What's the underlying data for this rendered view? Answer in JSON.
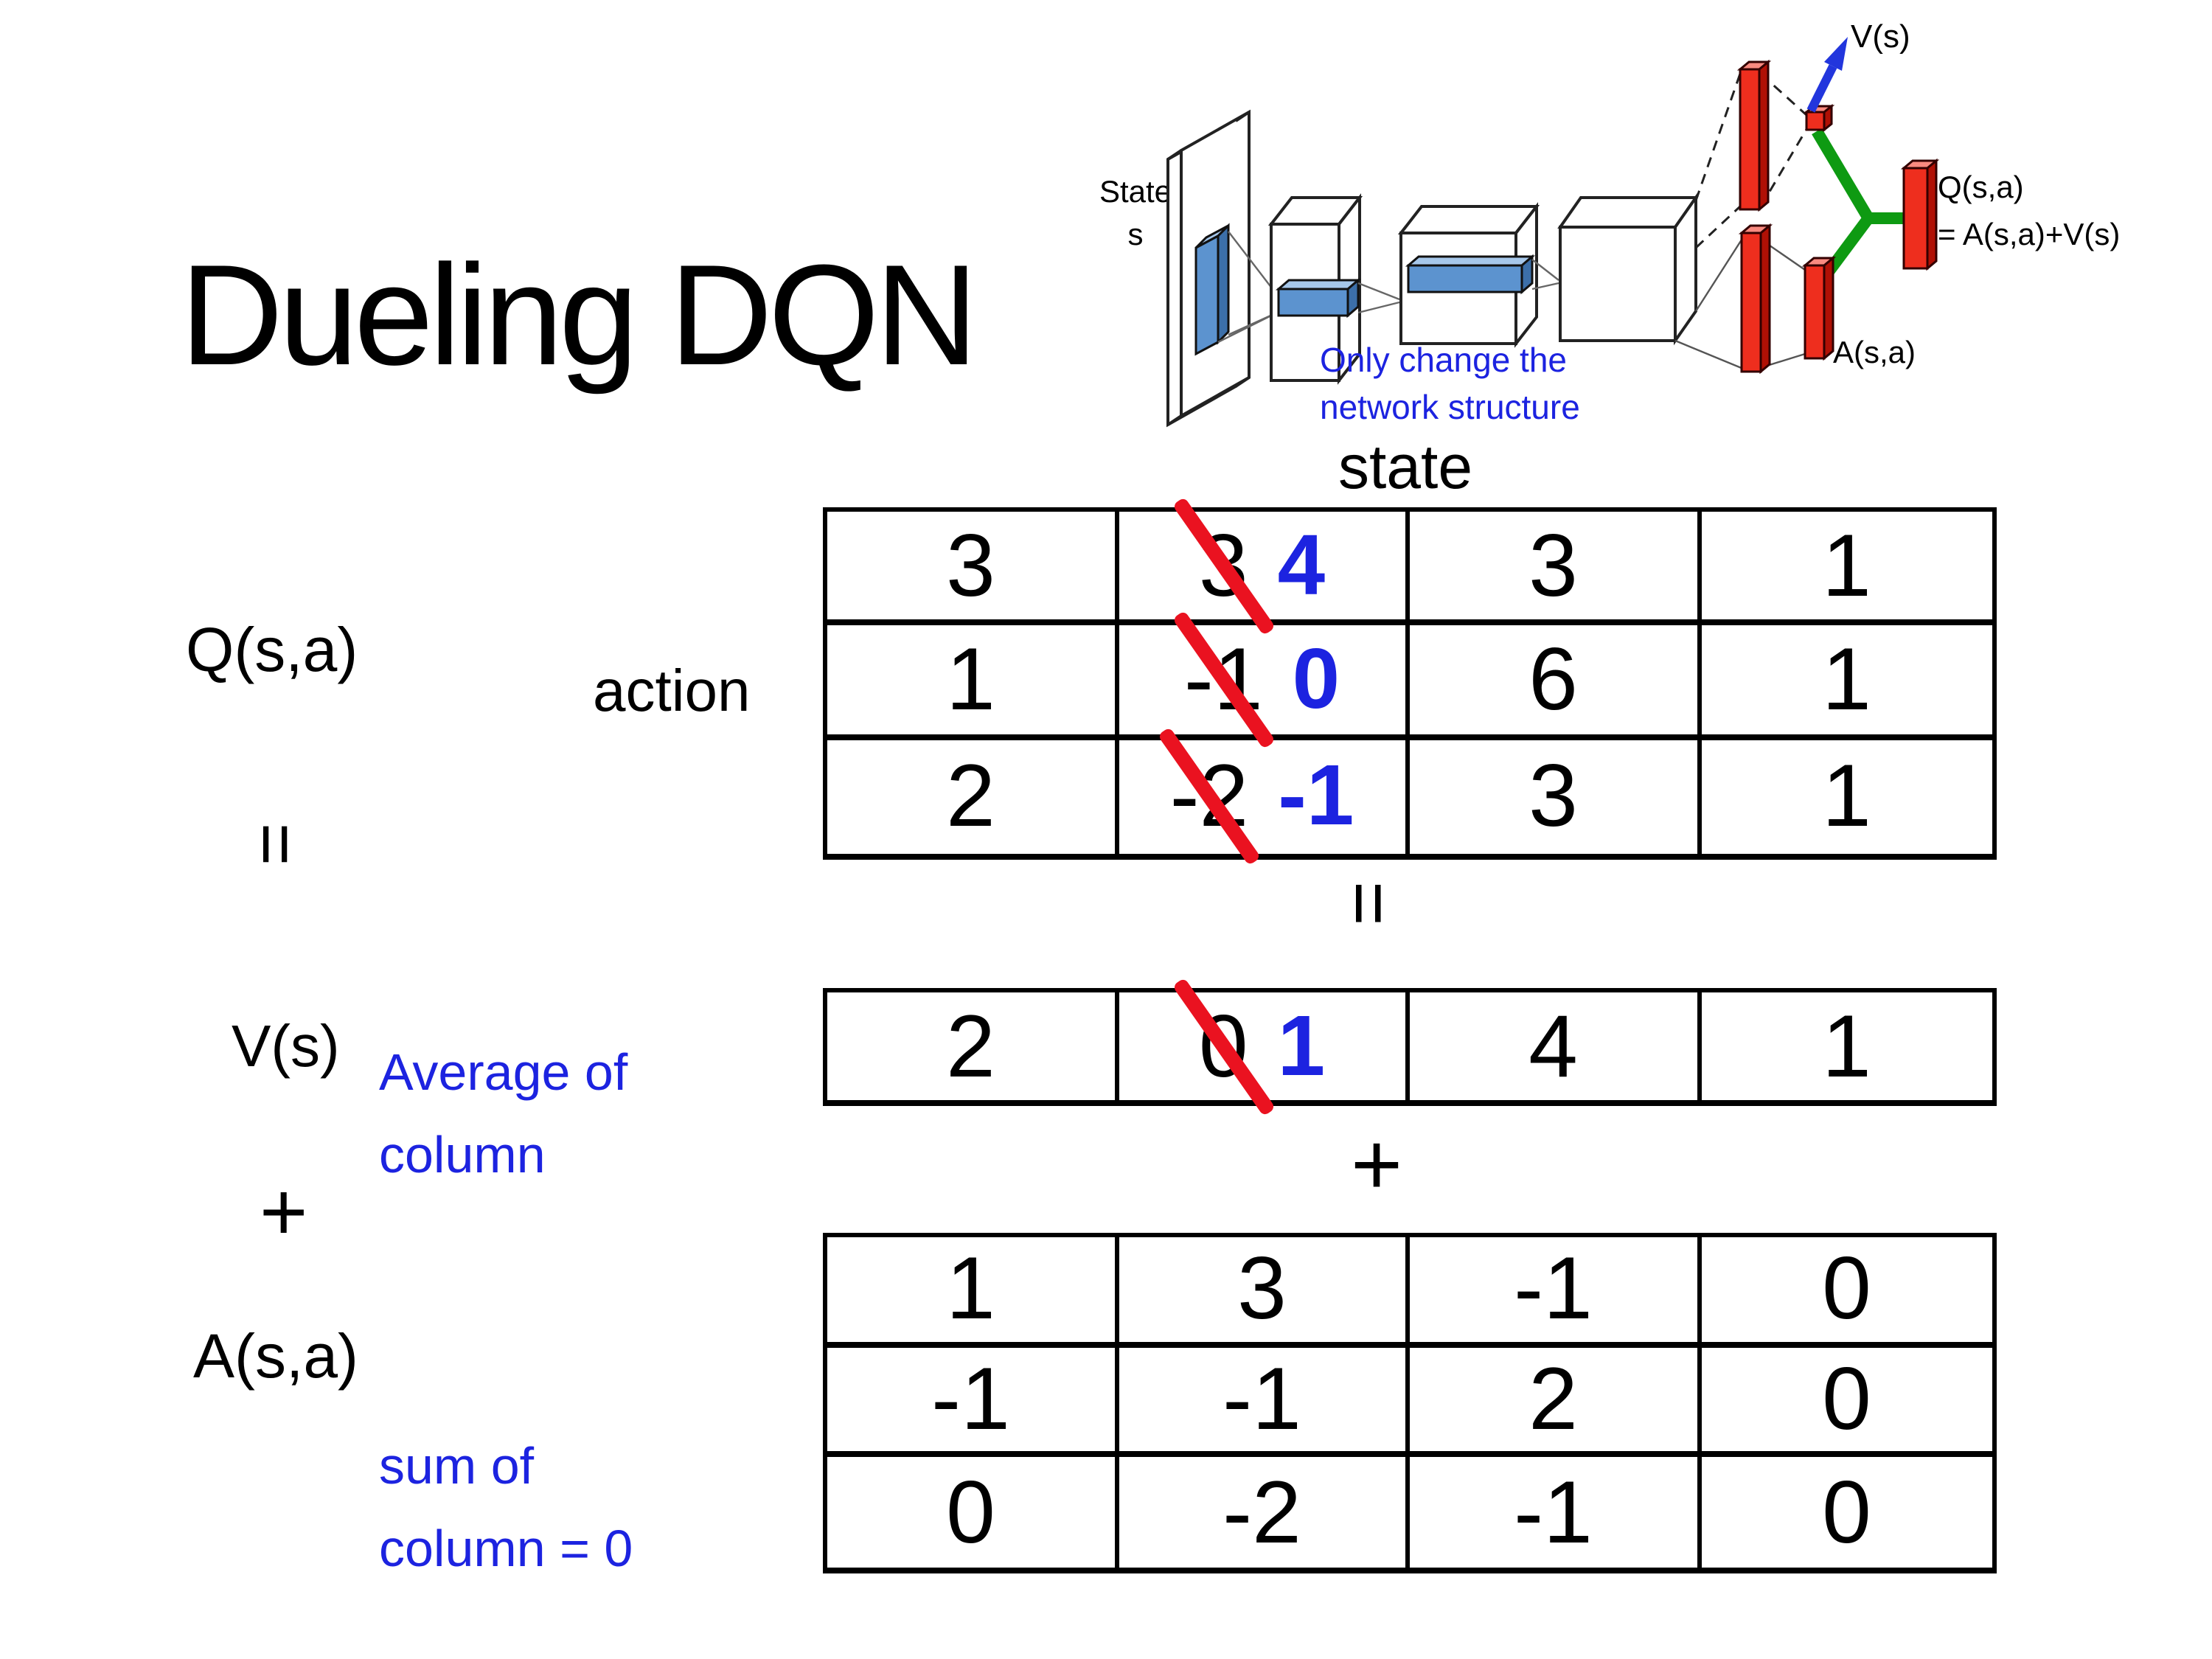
{
  "slide": {
    "title": "Dueling DQN",
    "colors": {
      "accent_blue": "#1C23E0",
      "strike_red": "#EA1220",
      "diagram_red": "#EE2E1E",
      "diagram_box_blue": "#5C93CF",
      "diagram_green": "#0E9A12",
      "arrow_blue": "#2236DD"
    },
    "diagram": {
      "input_label_line1": "State",
      "input_label_line2": "s",
      "note_line1": "Only change the",
      "note_line2": "network structure",
      "v_output_label": "V(s)",
      "a_output_label": "A(s,a)",
      "q_output_label_line1": "Q(s,a)",
      "q_output_label_line2": "= A(s,a)+V(s)"
    },
    "axes": {
      "state": "state",
      "action": "action"
    },
    "equation": {
      "q_label": "Q(s,a)",
      "equals_left": "=",
      "equals_mid": "=",
      "v_label": "V(s)",
      "plus_left": "+",
      "plus_mid": "+",
      "a_label": "A(s,a)",
      "v_note_line1": "Average of",
      "v_note_line2": "column",
      "a_note_line1": "sum of",
      "a_note_line2": "column = 0"
    },
    "q_table": {
      "rows": [
        [
          {
            "v": "3"
          },
          {
            "old": "3",
            "new": "4"
          },
          {
            "v": "3"
          },
          {
            "v": "1"
          }
        ],
        [
          {
            "v": "1"
          },
          {
            "old": "-1",
            "new": "0"
          },
          {
            "v": "6"
          },
          {
            "v": "1"
          }
        ],
        [
          {
            "v": "2"
          },
          {
            "old": "-2",
            "new": "-1"
          },
          {
            "v": "3"
          },
          {
            "v": "1"
          }
        ]
      ]
    },
    "v_table": {
      "rows": [
        [
          {
            "v": "2"
          },
          {
            "old": "0",
            "new": "1"
          },
          {
            "v": "4"
          },
          {
            "v": "1"
          }
        ]
      ]
    },
    "a_table": {
      "rows": [
        [
          {
            "v": "1"
          },
          {
            "v": "3"
          },
          {
            "v": "-1"
          },
          {
            "v": "0"
          }
        ],
        [
          {
            "v": "-1"
          },
          {
            "v": "-1"
          },
          {
            "v": "2"
          },
          {
            "v": "0"
          }
        ],
        [
          {
            "v": "0"
          },
          {
            "v": "-2"
          },
          {
            "v": "-1"
          },
          {
            "v": "0"
          }
        ]
      ]
    }
  }
}
